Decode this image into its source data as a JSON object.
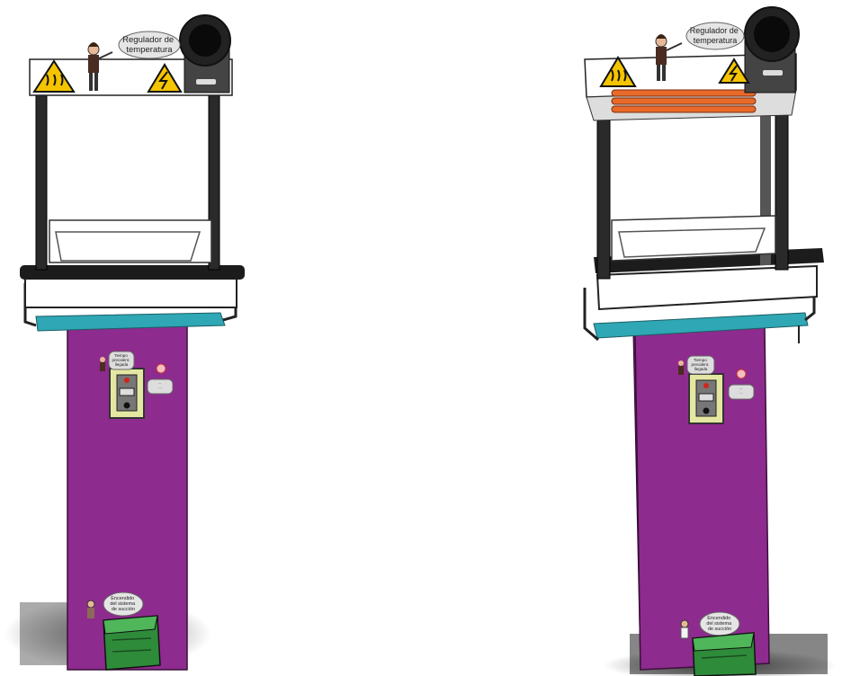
{
  "machines": [
    {
      "id": "left",
      "temperature_bubble": [
        "Regulador de",
        "temperatura"
      ],
      "suction_bubble": [
        "Encendido",
        "del sistema",
        "de succión"
      ],
      "panel_bubble_left": [
        "Tiempo",
        "precalent.",
        "llegada"
      ],
      "panel_bubble_right": [
        "···",
        "···",
        "···"
      ],
      "heater_visible": false
    },
    {
      "id": "right",
      "temperature_bubble": [
        "Regulador de",
        "temperatura"
      ],
      "suction_bubble": [
        "Encendido",
        "del sistema",
        "de succión"
      ],
      "panel_bubble_left": [
        "Tiempo",
        "precalent.",
        "llegada"
      ],
      "panel_bubble_right": [
        "···",
        "···",
        "···"
      ],
      "heater_visible": true
    }
  ],
  "colors": {
    "body": "#8e2b8e",
    "body_dark": "#6a1f6a",
    "teal": "#2fa7b4",
    "frame": "#1c1c1c",
    "warning": "#f5c400",
    "heater": "#e86a2a",
    "bin": "#2e8b3a"
  },
  "icons": [
    "hot-surface-warning-icon",
    "electric-hazard-warning-icon",
    "fan-icon",
    "character-icon"
  ]
}
